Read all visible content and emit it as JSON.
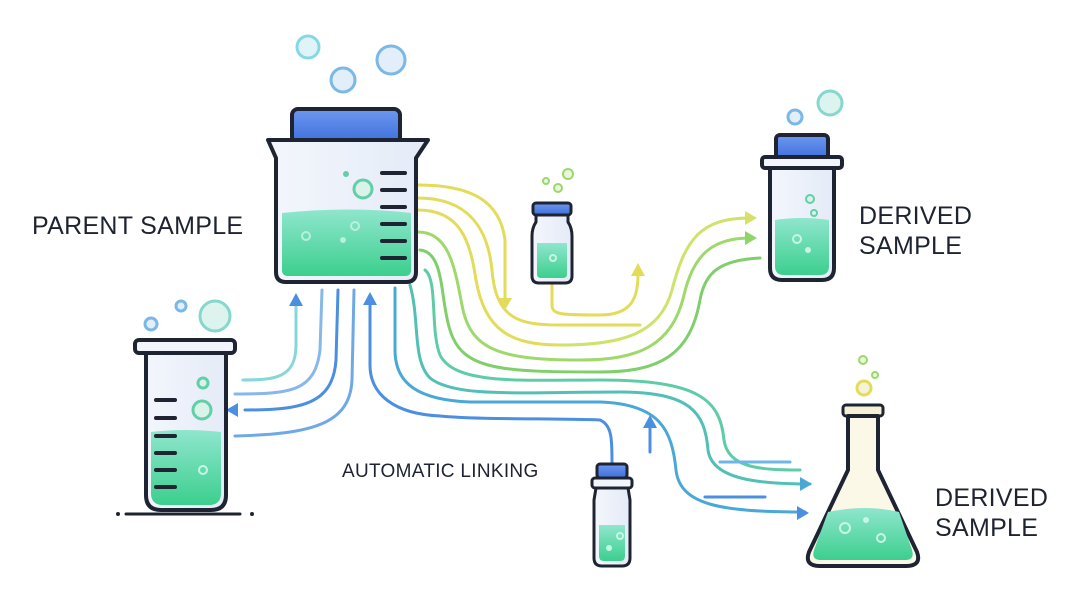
{
  "labels": {
    "parent_sample": "PARENT SAMPLE",
    "derived_sample_1_line1": "DERIVED",
    "derived_sample_1_line2": "SAMPLE",
    "derived_sample_2_line1": "DERIVED",
    "derived_sample_2_line2": "SAMPLE",
    "automatic_linking": "AUTOMATIC LINKING"
  },
  "colors": {
    "outline": "#1f2433",
    "glass": "#eef3fb",
    "lid": "#4f7fe6",
    "liquid_top": "#7fe0c2",
    "liquid_bottom": "#3fcf93",
    "bubble": "#86d8e6",
    "flow_yellow": "#e3dc5a",
    "flow_green": "#86d46a",
    "flow_teal": "#4fc7a6",
    "flow_blue": "#4b8fe0"
  }
}
